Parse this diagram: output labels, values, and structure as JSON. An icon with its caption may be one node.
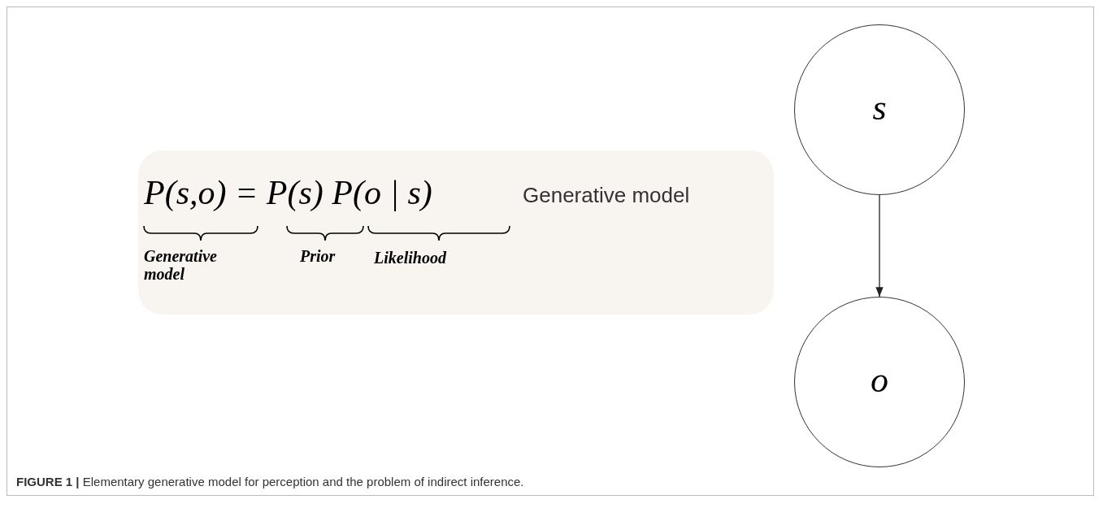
{
  "diagram": {
    "caption": "**FIGURE 1 |** Elementary generative model for perception and the problem of indirect inference.",
    "nodes": [
      {
        "text": [
          "P(s,o) = P(s) P(o | s)",
          "Generative model",
          "Generative model",
          "Prior",
          "Likelihood"
        ]
      },
      {
        "text": [
          "s"
        ]
      },
      {
        "text": [
          "o"
        ]
      }
    ],
    "edges": [
      {
        "from": 1,
        "to": 2,
        "arrow": "to"
      }
    ]
  }
}
